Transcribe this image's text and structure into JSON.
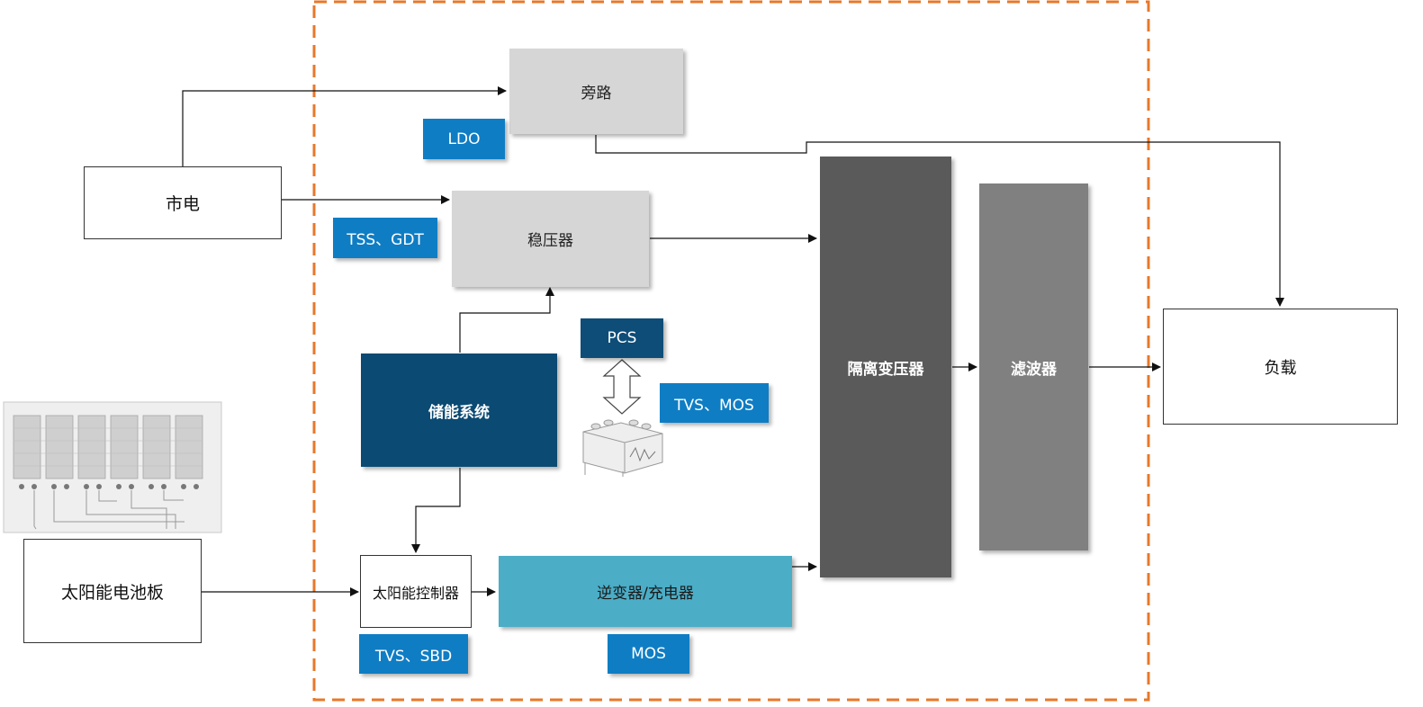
{
  "colors": {
    "boundary": "#e8782a",
    "tag_blue": "#0f7dc4",
    "storage_navy": "#0b4a72",
    "pcs_navy": "#0d4d78",
    "inverter_teal": "#4badc6",
    "transformer_dark": "#5a5a5a",
    "filter_grey": "#808080",
    "block_light_grey": "#d6d6d6",
    "line": "#111111"
  },
  "blocks": {
    "grid": "市电",
    "solar_panel": "太阳能电池板",
    "bypass": "旁路",
    "regulator": "稳压器",
    "energy_storage": "储能系统",
    "solar_controller": "太阳能控制器",
    "inverter_charger": "逆变器/充电器",
    "isolation_transformer": "隔离变压器",
    "filter": "滤波器",
    "load": "负载"
  },
  "tags": {
    "ldo": "LDO",
    "tss_gdt": "TSS、GDT",
    "pcs": "PCS",
    "tvs_mos": "TVS、MOS",
    "tvs_sbd": "TVS、SBD",
    "mos": "MOS"
  },
  "icons": {
    "solar_panel_image": "solar-panel-icon",
    "battery_image": "battery-icon",
    "bidirectional_arrow": "bidirectional-arrow-icon"
  }
}
